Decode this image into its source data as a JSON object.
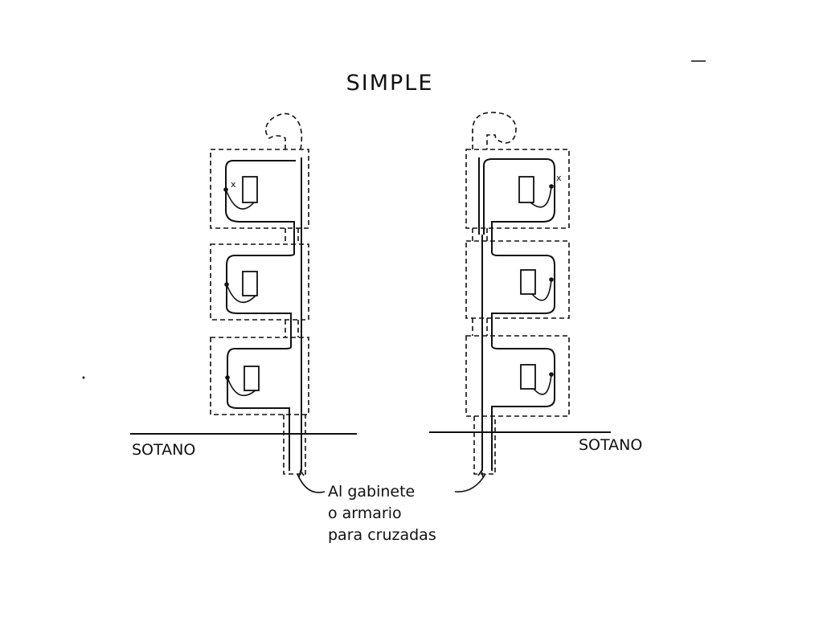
{
  "diagram": {
    "title": "SIMPLE",
    "left_floor_label": "SOTANO",
    "right_floor_label": "SOTANO",
    "note_lines": [
      "Al gabinete",
      "o armario",
      "para cruzadas"
    ],
    "left_column": {
      "units": [
        {
          "marker": "x"
        },
        {
          "marker": ""
        },
        {
          "marker": ""
        }
      ]
    },
    "right_column": {
      "units": [
        {
          "marker": "x"
        },
        {
          "marker": ""
        },
        {
          "marker": ""
        }
      ]
    }
  }
}
